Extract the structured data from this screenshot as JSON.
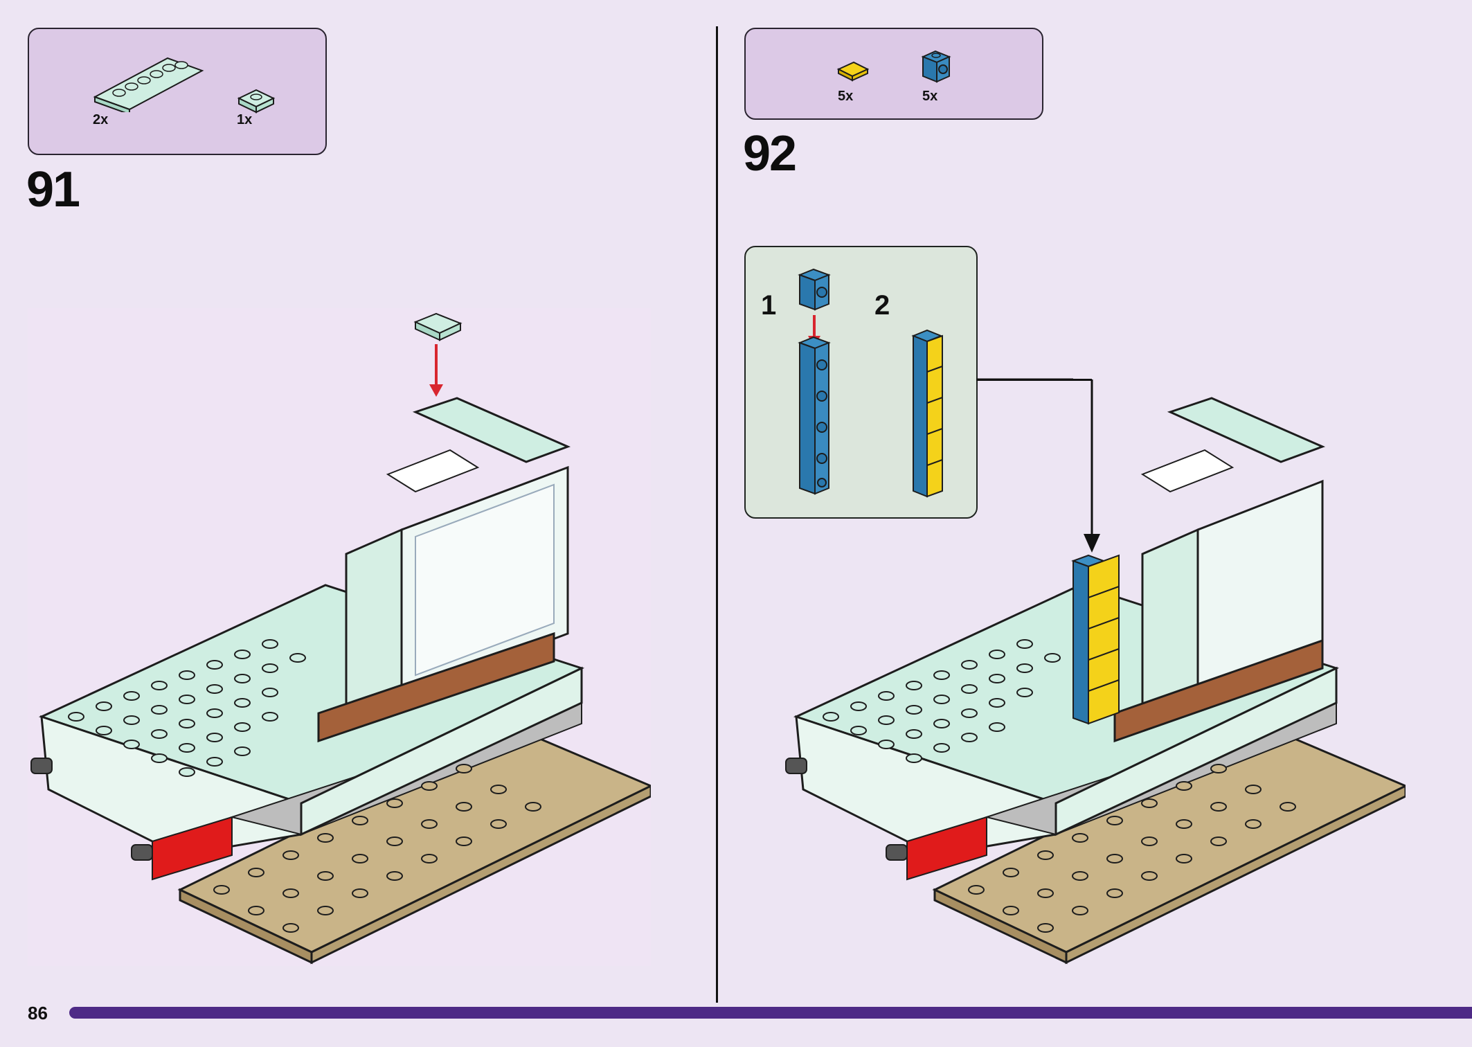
{
  "left_step": {
    "number": "91",
    "parts": [
      {
        "qty": "2x",
        "part": "light aqua 1x6 plate"
      },
      {
        "qty": "1x",
        "part": "light aqua 2x2 plate"
      }
    ]
  },
  "right_step": {
    "number": "92",
    "parts": [
      {
        "qty": "5x",
        "part": "yellow 1x1 tile"
      },
      {
        "qty": "5x",
        "part": "dark azure 1x1 brick with stud on side"
      }
    ],
    "sub_steps": [
      {
        "label": "1"
      },
      {
        "label": "2"
      }
    ]
  },
  "page_number": "86",
  "colors": {
    "background": "#ede5f3",
    "parts_box": "#dcc9e6",
    "sub_box": "#dce6dc",
    "progress_bar": "#4e2a86",
    "arrow_red": "#d8262f"
  }
}
